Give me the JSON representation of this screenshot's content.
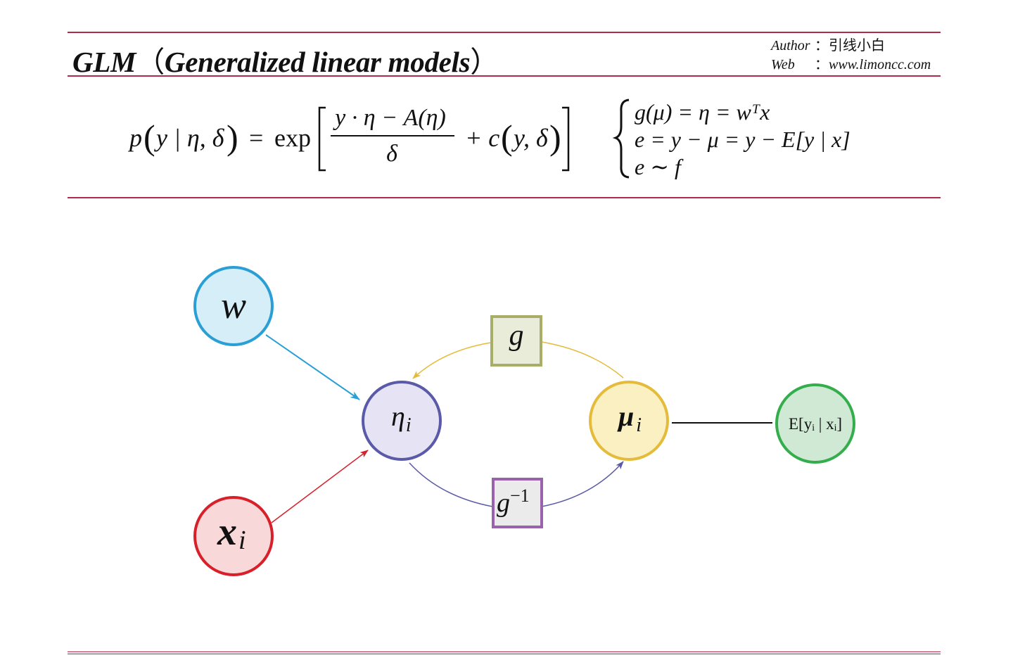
{
  "header": {
    "title": "GLM",
    "title_open": "（",
    "title_sub": "Generalized linear models",
    "title_close": "）",
    "author_key": "Author",
    "author_sep": "：",
    "author_name": "引线小白",
    "web_key": "Web",
    "web_sep": "：",
    "web_value": "www.limoncc.com"
  },
  "formula": {
    "lhs_p": "p",
    "lhs_args": "y | η, δ",
    "eq": "=",
    "exp": "exp",
    "numerator": "y · η − A(η)",
    "denominator": "δ",
    "plus_c": "+ c",
    "c_args": "y, δ",
    "system": [
      "g(μ) = η = wᵀx",
      "e = y − μ = y − E[y | x]",
      "e ∼ f"
    ]
  },
  "diagram": {
    "nodes": {
      "w": {
        "base": "w",
        "sub": ""
      },
      "x": {
        "base": "x",
        "sub": "i"
      },
      "eta": {
        "base": "η",
        "sub": "i"
      },
      "mu": {
        "base": "μ",
        "sub": "i"
      },
      "ey": {
        "label": "E[yᵢ | xᵢ]"
      }
    },
    "boxes": {
      "g": {
        "label": "g"
      },
      "ginv": {
        "base": "g",
        "sup": "−1"
      }
    }
  },
  "colors": {
    "rule": "#b02a4a",
    "w_stroke": "#2a9fd6",
    "w_fill": "#d6eef8",
    "x_stroke": "#d8202a",
    "x_fill": "#f8d8d8",
    "eta_stroke": "#5a5aa8",
    "eta_fill": "#e6e4f4",
    "mu_stroke": "#e4bb3a",
    "mu_fill": "#fbf0c2",
    "ey_stroke": "#34ae4c",
    "ey_fill": "#cfe9d4",
    "g_stroke": "#a8ad68",
    "g_fill": "#e9ecd8",
    "ginv_stroke": "#9a62ad",
    "ginv_fill": "#ebebeb",
    "edge_w": "#2a9fd6",
    "edge_x": "#d8202a",
    "edge_g": "#e4bb3a",
    "edge_ginv": "#5a5aa8",
    "edge_ey": "#111111"
  }
}
